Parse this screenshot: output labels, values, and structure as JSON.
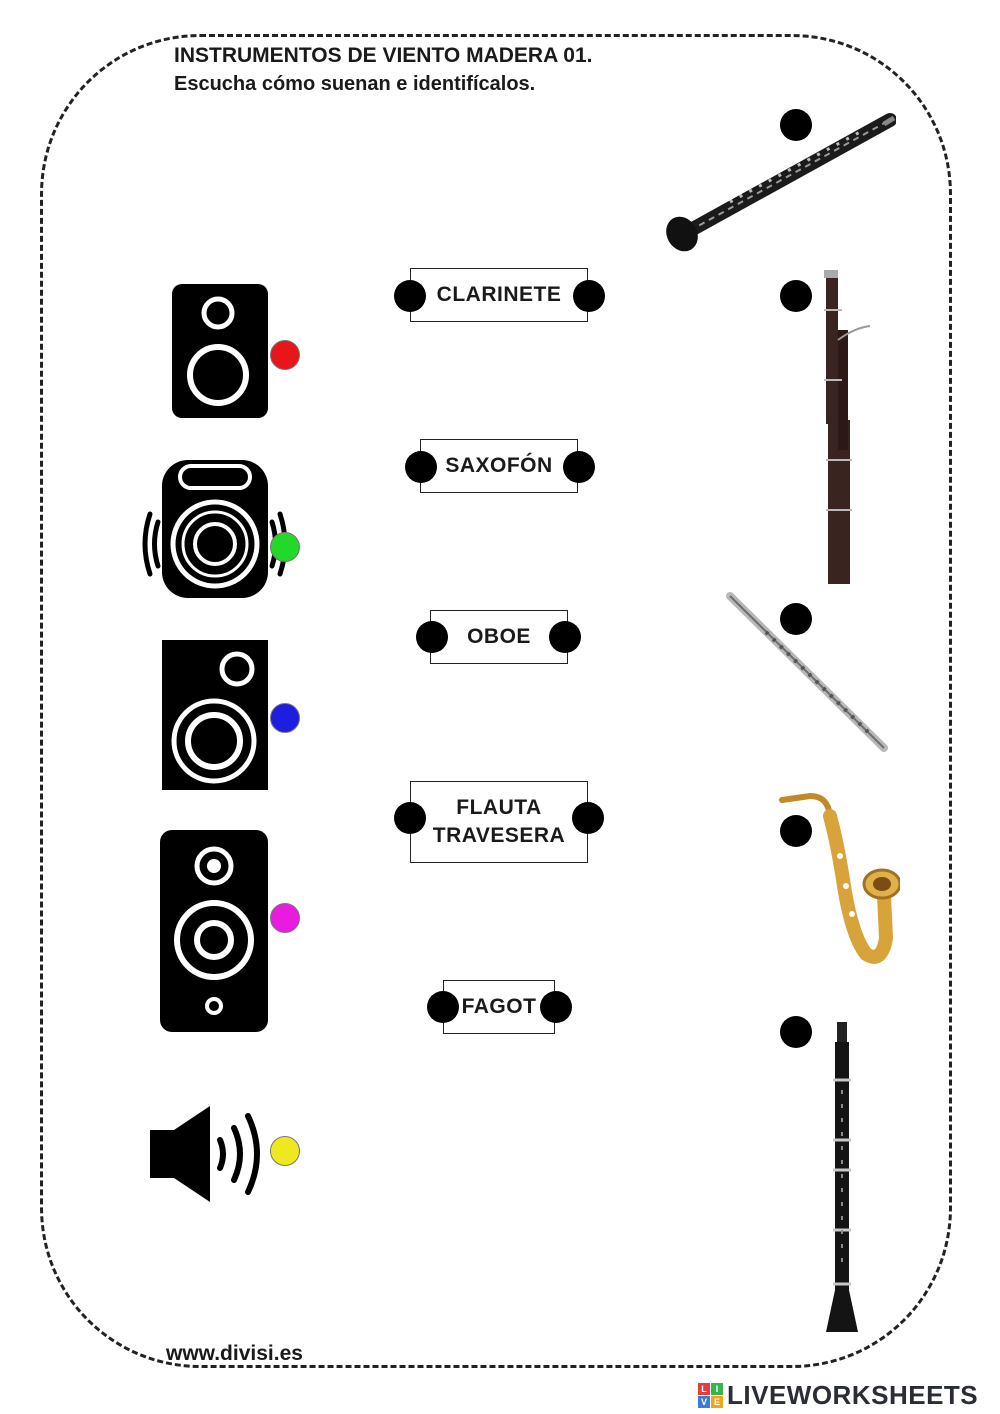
{
  "header": {
    "title": "INSTRUMENTOS DE VIENTO MADERA 01.",
    "subtitle": "Escucha cómo suenan e identifícalos."
  },
  "audio_items": [
    {
      "icon": "speaker-box-icon",
      "dot_color": "#e8151b"
    },
    {
      "icon": "speaker-wave-icon",
      "dot_color": "#22d828"
    },
    {
      "icon": "speaker-square-icon",
      "dot_color": "#1e1ee0"
    },
    {
      "icon": "speaker-tall-icon",
      "dot_color": "#e81ce0"
    },
    {
      "icon": "volume-icon",
      "dot_color": "#f0e81e"
    }
  ],
  "labels": [
    {
      "text": "CLARINETE"
    },
    {
      "text": "SAXOFÓN"
    },
    {
      "text": "OBOE"
    },
    {
      "text": "FLAUTA\nTRAVESERA"
    },
    {
      "text": "FAGOT"
    }
  ],
  "instruments": [
    {
      "icon": "oboe-icon"
    },
    {
      "icon": "bassoon-icon"
    },
    {
      "icon": "flute-icon"
    },
    {
      "icon": "saxophone-icon"
    },
    {
      "icon": "clarinet-icon"
    }
  ],
  "footer": {
    "url": "www.divisi.es"
  },
  "brand": {
    "name": "LIVEWORKSHEETS",
    "icon_letters": [
      "L",
      "I",
      "V",
      "E"
    ]
  },
  "colors": {
    "dot_black": "#000000",
    "brand_text": "#2a2d36"
  }
}
